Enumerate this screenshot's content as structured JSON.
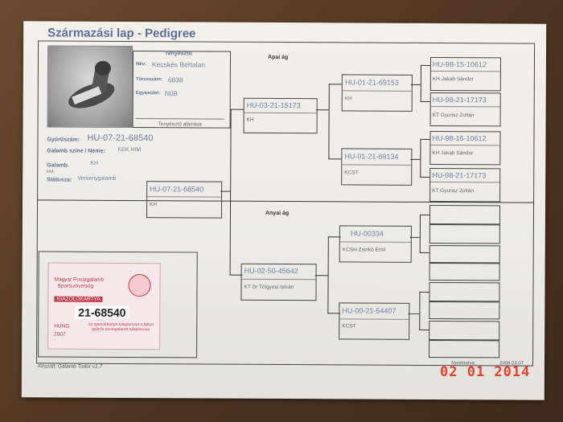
{
  "document": {
    "title": "Származási lap  -  Pedigree",
    "breeder_section": {
      "heading": "Tenyésztő",
      "name_label": "Név:",
      "name_value": "Kecskés Bertalan",
      "member_label": "Törzsszám:",
      "member_value": "6838",
      "assoc_label": "Egyesület:",
      "assoc_value": "N08",
      "signature_label": "Tenyésztő aláírása"
    },
    "bird": {
      "ring_label": "Gyűrűszám:",
      "ring_value": "HU-07-21-68540",
      "color_label": "Galamb színe / Neme:",
      "color_value": "KEK HIM",
      "pigeon_label": "Galamb",
      "pigeon_sub_label": "kód:",
      "pigeon_value": "KH",
      "status_label": "Státusza:",
      "status_value": "Versenygalamb"
    },
    "paternal_label": "Apai ág",
    "maternal_label": "Anyai ág",
    "subject": {
      "code": "HU-07-21-68540",
      "sub": "KH"
    },
    "sire": {
      "code": "HU-03-21-15173",
      "sub": "KH"
    },
    "dam": {
      "code": "HU-02-50-45642",
      "sub": "KT  Dr Tölgyesi István"
    },
    "sire_sire": {
      "code": "HU-01-21-69153",
      "sub": "KH"
    },
    "sire_dam": {
      "code": "HU-01-21-69134",
      "sub": "KCST"
    },
    "dam_sire": {
      "code": "HU-00334",
      "sub": "KCSH  Zsinkó Emil"
    },
    "dam_dam": {
      "code": "HU-00-21-54407",
      "sub": "KCST"
    },
    "ggp": [
      {
        "code": "HU-98-15-10612",
        "sub": "KH  Jakab Sándor"
      },
      {
        "code": "HU-98-21-17173",
        "sub": "KT  Gyurisz Zoltán"
      },
      {
        "code": "HU-98-15-10612",
        "sub": "KH  Jakab Sándor"
      },
      {
        "code": "HU-98-21-17173",
        "sub": "KT  Gyurisz Zoltán"
      },
      {
        "code": "",
        "sub": ""
      },
      {
        "code": "",
        "sub": ""
      },
      {
        "code": "",
        "sub": ""
      },
      {
        "code": "",
        "sub": ""
      }
    ],
    "ring_card": {
      "line1": "Magyar Postagalamb",
      "line2": "Sportszövetség",
      "line3": "IGAZOLÓKÁRTYA",
      "number": "21-68540",
      "country": "HUNG",
      "year": "2007",
      "fine_print": "Az igazolókártya tulajdonosa a lábon gyűrűs postagalamb tulajdonosa"
    },
    "footer": {
      "maker": "Készült:   Galamb Tudor v1.7",
      "printed_label": "Nyomtatva:",
      "printed_date": "2009.03.07"
    },
    "camera_date": "02 01 2014"
  }
}
